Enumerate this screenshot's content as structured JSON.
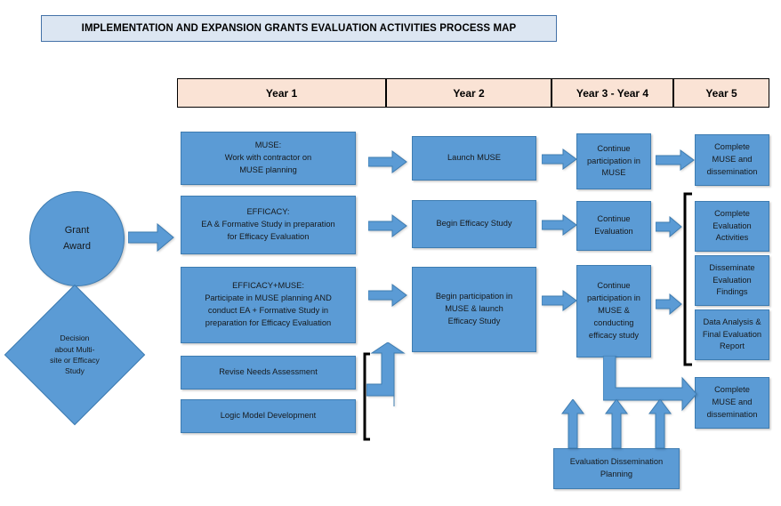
{
  "page": {
    "title": "IMPLEMENTATION AND EXPANSION GRANTS EVALUATION ACTIVITIES PROCESS MAP",
    "background": "#FFFFFF"
  },
  "colors": {
    "banner_fill": "#DCE6F2",
    "banner_border": "#4472A8",
    "header_fill": "#FAE3D5",
    "header_border": "#000000",
    "box_fill": "#5B9BD5",
    "box_border": "#3E7CB1",
    "arrow_fill": "#5B9BD5",
    "bracket_color": "#000000",
    "text": "#16191C"
  },
  "timeline_headers": [
    {
      "label": "Year 1"
    },
    {
      "label": "Year 2"
    },
    {
      "label": "Year 3 - Year 4"
    },
    {
      "label": "Year 5"
    }
  ],
  "start": {
    "circle_label": "Grant\nAward",
    "decision_label": "Decision\nabout Multi-\nsite or Efficacy\nStudy"
  },
  "year1": {
    "muse": "MUSE:\nWork with contractor on\nMUSE planning",
    "efficacy": "EFFICACY:\nEA & Formative Study in preparation\nfor Efficacy Evaluation",
    "efficacy_muse": "EFFICACY+MUSE:\nParticipate in MUSE planning AND\nconduct EA + Formative Study in\npreparation for Efficacy Evaluation",
    "revise_needs": "Revise Needs Assessment",
    "logic_model": "Logic Model Development"
  },
  "year2": {
    "launch_muse": "Launch MUSE",
    "begin_efficacy": "Begin Efficacy Study",
    "begin_participation": "Begin participation in\nMUSE & launch\nEfficacy Study"
  },
  "year34": {
    "continue_muse": "Continue\nparticipation in\nMUSE",
    "continue_evaluation": "Continue\nEvaluation",
    "continue_muse_efficacy": "Continue\nparticipation in\nMUSE &\nconducting\nefficacy study"
  },
  "year5": {
    "complete_muse_top": "Complete\nMUSE and\ndissemination",
    "complete_evaluation": "Complete\nEvaluation\nActivities",
    "disseminate_findings": "Disseminate\nEvaluation\nFindings",
    "data_analysis": "Data Analysis &\nFinal Evaluation\nReport",
    "complete_muse_bottom": "Complete\nMUSE and\ndissemination"
  },
  "bottom": {
    "eval_dissemination": "Evaluation Dissemination\nPlanning"
  }
}
